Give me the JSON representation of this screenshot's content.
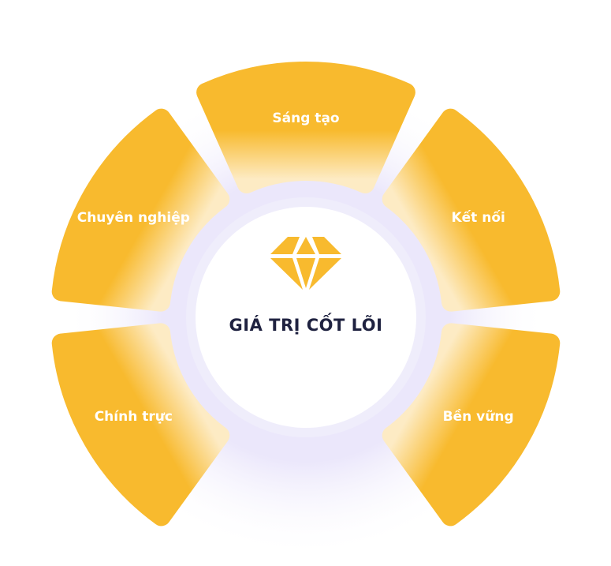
{
  "title": "GIÁ TRỊ CỐT LÕI",
  "center_icon": "diamond-icon",
  "values": [
    {
      "label": "Chính trực"
    },
    {
      "label": "Chuyên nghiệp"
    },
    {
      "label": "Sáng tạo"
    },
    {
      "label": "Kết nối"
    },
    {
      "label": "Bền vững"
    }
  ],
  "colors": {
    "accent": "#F8BA2E",
    "accent_light": "#FDEBC4",
    "title": "#1F2240",
    "glow": "#E6E2FA"
  }
}
